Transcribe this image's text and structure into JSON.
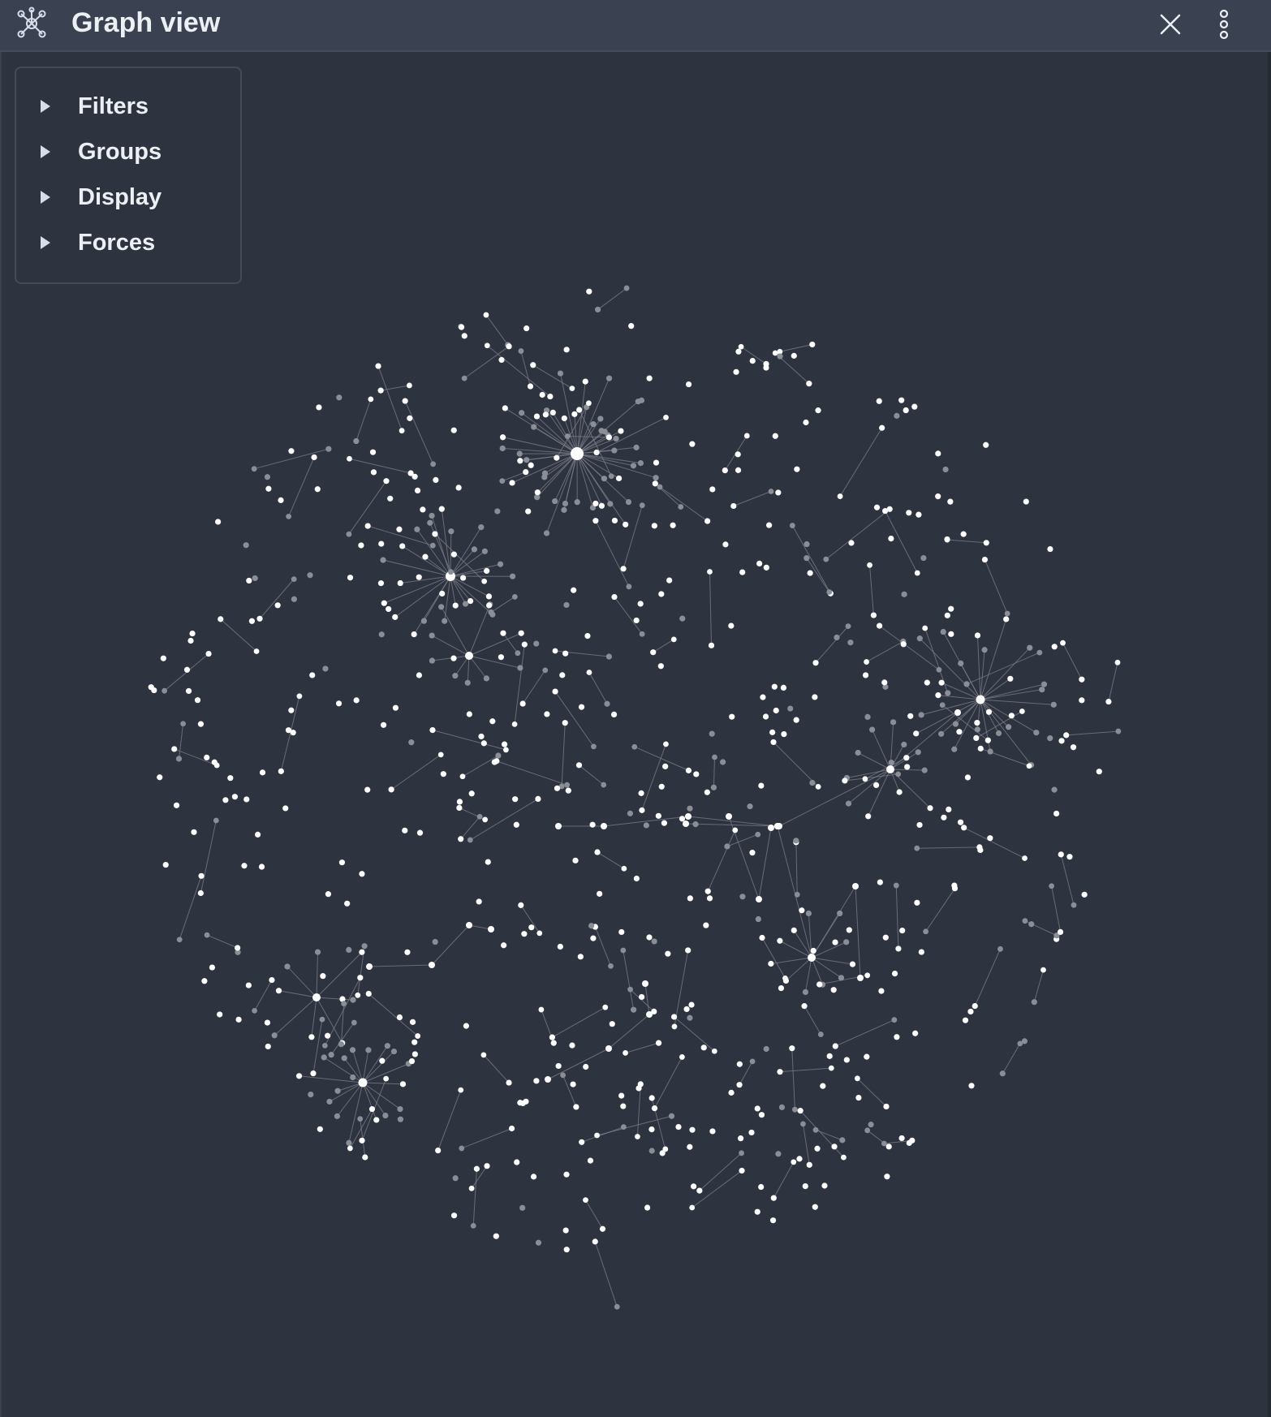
{
  "window": {
    "title": "Graph view",
    "app_icon": "graph-icon",
    "close_icon": "close-icon",
    "menu_icon": "more-vertical-icon"
  },
  "panel": {
    "items": [
      {
        "label": "Filters",
        "icon": "triangle-right-icon"
      },
      {
        "label": "Groups",
        "icon": "triangle-right-icon"
      },
      {
        "label": "Display",
        "icon": "triangle-right-icon"
      },
      {
        "label": "Forces",
        "icon": "triangle-right-icon"
      }
    ]
  },
  "colors": {
    "background": "#2e3340",
    "titlebar": "#3a4150",
    "node_primary": "#ffffff",
    "node_secondary": "#8a8e96",
    "edge": "#7c808a",
    "text": "#eceff4"
  }
}
